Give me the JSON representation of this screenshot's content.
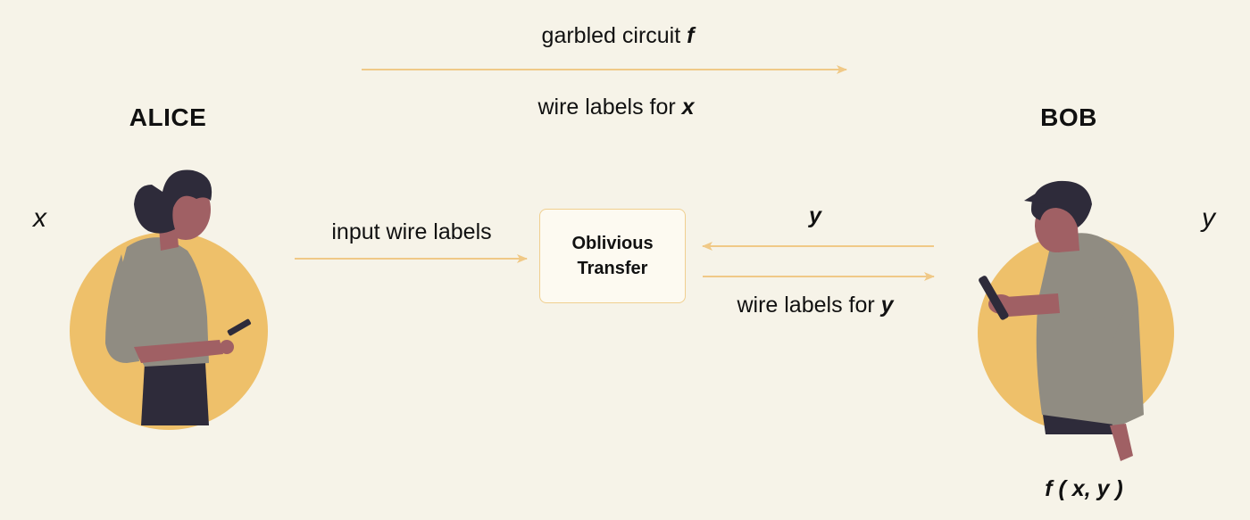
{
  "alice": {
    "name": "ALICE",
    "input": "x"
  },
  "bob": {
    "name": "BOB",
    "input": "y",
    "output": "f ( x, y )"
  },
  "messages": {
    "top_above": {
      "text": "garbled circuit ",
      "var": "f"
    },
    "top_below": {
      "text": "wire labels for ",
      "var": "x"
    },
    "ot_input": "input wire labels",
    "bob_to_ot": "y",
    "ot_to_bob": {
      "text": "wire labels for ",
      "var": "y"
    }
  },
  "ot_box": {
    "line1": "Oblivious",
    "line2": "Transfer"
  },
  "colors": {
    "background": "#f6f3e8",
    "arrow": "#f0c987",
    "circle": "#eec06a",
    "hair": "#2e2b3a",
    "skin": "#a06064",
    "shirt": "#908c82",
    "pants": "#2e2b3a"
  }
}
